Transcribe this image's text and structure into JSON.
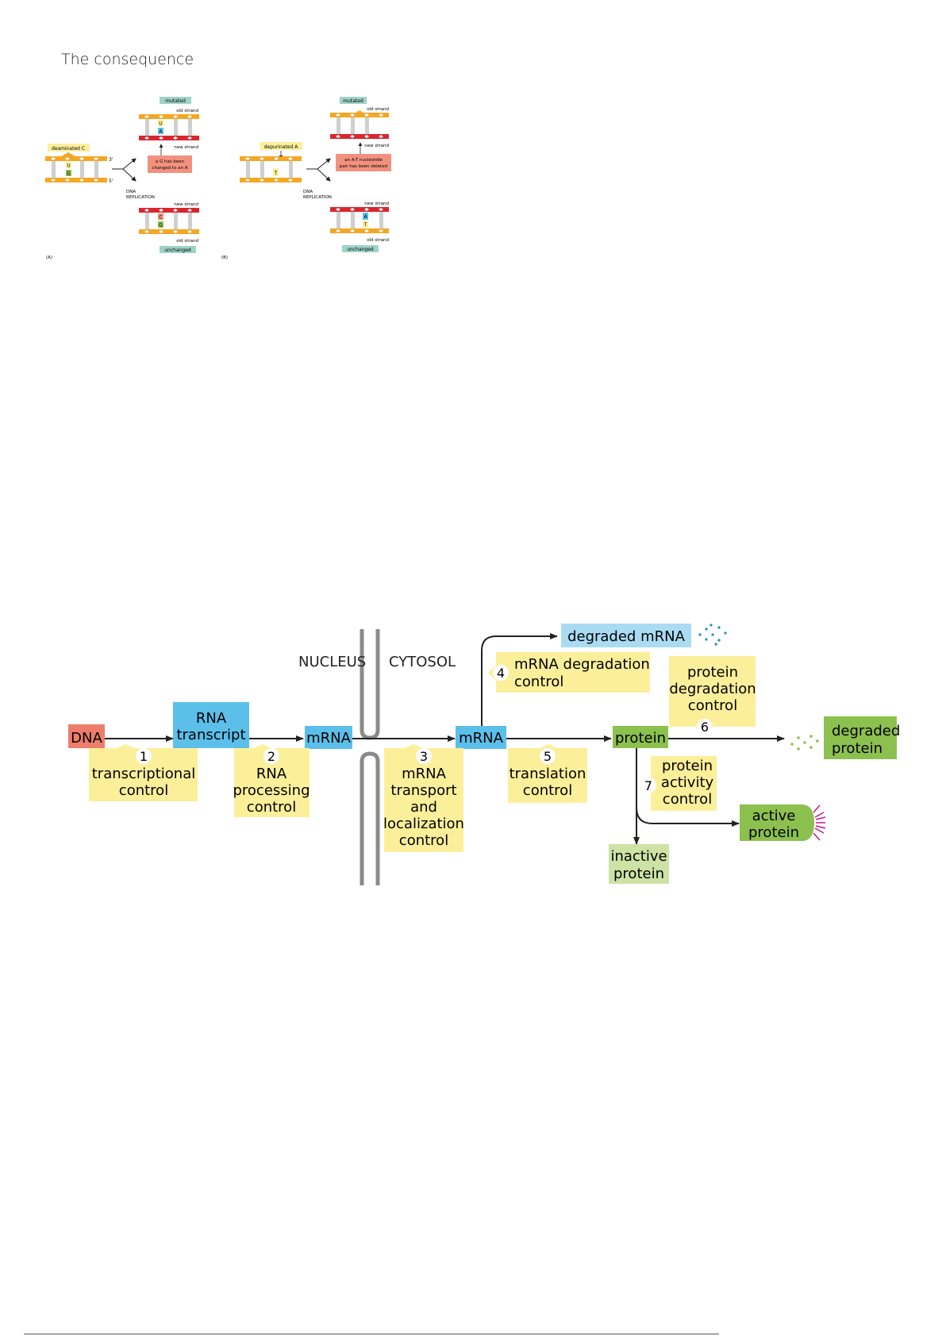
{
  "page": {
    "heading": "The consequence"
  },
  "fig_a": {
    "panel_label": "(A)",
    "damage_label": "deaminated C",
    "base_u": "U",
    "base_g": "G",
    "end_3": "3'",
    "end_5": "5'",
    "process_line1": "DNA",
    "process_line2": "REPLICATION",
    "mutated_label": "mutated",
    "old_strand_top": "old strand",
    "new_strand_top": "new strand",
    "top_base1": "U",
    "top_base2": "A",
    "result_line1": "a G has been",
    "result_line2": "changed to an A",
    "new_strand_bottom": "new strand",
    "bottom_base1": "C",
    "bottom_base2": "G",
    "old_strand_bottom": "old strand",
    "unchanged_label": "unchanged"
  },
  "fig_b": {
    "panel_label": "(B)",
    "damage_label": "depurinated A",
    "base_t": "T",
    "process_line1": "DNA",
    "process_line2": "REPLICATION",
    "mutated_label": "mutated",
    "old_strand_top": "old strand",
    "new_strand_top": "new strand",
    "result_line1": "an A-T nucleotide",
    "result_line2": "pair has been deleted",
    "new_strand_bottom": "new strand",
    "bottom_base1": "A",
    "bottom_base2": "T",
    "old_strand_bottom": "old strand",
    "unchanged_label": "unchanged"
  },
  "gene_expression": {
    "nucleus_label": "NUCLEUS",
    "cytosol_label": "CYTOSOL",
    "dna": "DNA",
    "rna_transcript_1": "RNA",
    "rna_transcript_2": "transcript",
    "mrna_nucleus": "mRNA",
    "mrna_cytosol": "mRNA",
    "protein": "protein",
    "degraded_mrna": "degraded mRNA",
    "degraded_protein_1": "degraded",
    "degraded_protein_2": "protein",
    "active_protein_1": "active",
    "active_protein_2": "protein",
    "inactive_protein_1": "inactive",
    "inactive_protein_2": "protein",
    "step1_num": "1",
    "step1_l1": "transcriptional",
    "step1_l2": "control",
    "step2_num": "2",
    "step2_l1": "RNA",
    "step2_l2": "processing",
    "step2_l3": "control",
    "step3_num": "3",
    "step3_l1": "mRNA",
    "step3_l2": "transport",
    "step3_l3": "and",
    "step3_l4": "localization",
    "step3_l5": "control",
    "step4_num": "4",
    "step4_l1": "mRNA degradation",
    "step4_l2": "control",
    "step5_num": "5",
    "step5_l1": "translation",
    "step5_l2": "control",
    "step6_num": "6",
    "step6_l1": "protein",
    "step6_l2": "degradation",
    "step6_l3": "control",
    "step7_num": "7",
    "step7_l1": "protein",
    "step7_l2": "activity",
    "step7_l3": "control"
  },
  "colors": {
    "backbone_orange": "#f5a623",
    "new_strand_red": "#d9262e",
    "callout_yellow": "#fcef9a",
    "label_teal": "#9fd3c7",
    "result_salmon": "#f2917e",
    "mrna_blue": "#5bbfea",
    "degraded_blue": "#a9dcf2",
    "protein_green": "#8cc04f",
    "inactive_green": "#cde3a5",
    "dna_red": "#ee7d6c"
  }
}
